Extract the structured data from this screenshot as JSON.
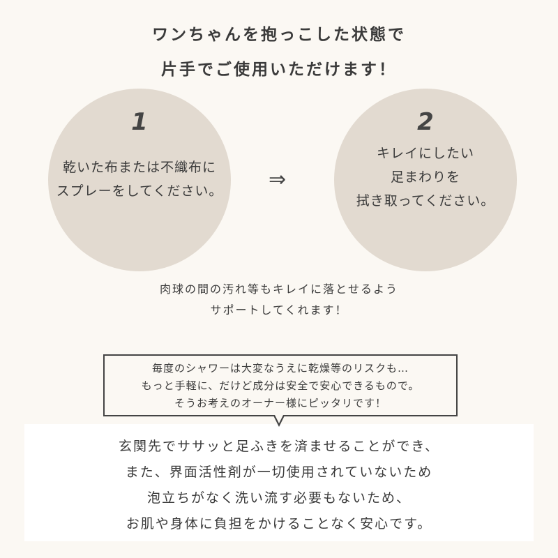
{
  "title": {
    "line1": "ワンちゃんを抱っこした状態で",
    "line2": "片手でご使用いただけます！"
  },
  "steps": [
    {
      "number": "1",
      "lines": [
        "乾いた布または不織布に",
        "スプレーをしてください。"
      ]
    },
    {
      "number": "2",
      "lines": [
        "キレイにしたい",
        "足まわりを",
        "拭き取ってください。"
      ]
    }
  ],
  "arrow": "⇒",
  "subtext": [
    "肉球の間の汚れ等もキレイに落とせるよう",
    "サポートしてくれます！"
  ],
  "bubble": [
    "毎度のシャワーは大変なうえに乾燥等のリスクも…",
    "もっと手軽に、だけど成分は安全で安心できるもので。",
    "そうお考えのオーナー様にピッタリです！"
  ],
  "panel": [
    "玄関先でササッと足ふきを済ませることができ、",
    "また、界面活性剤が一切使用されていないため",
    "泡立ちがなく洗い流す必要もないため、",
    "お肌や身体に負担をかけることなく安心です。"
  ]
}
